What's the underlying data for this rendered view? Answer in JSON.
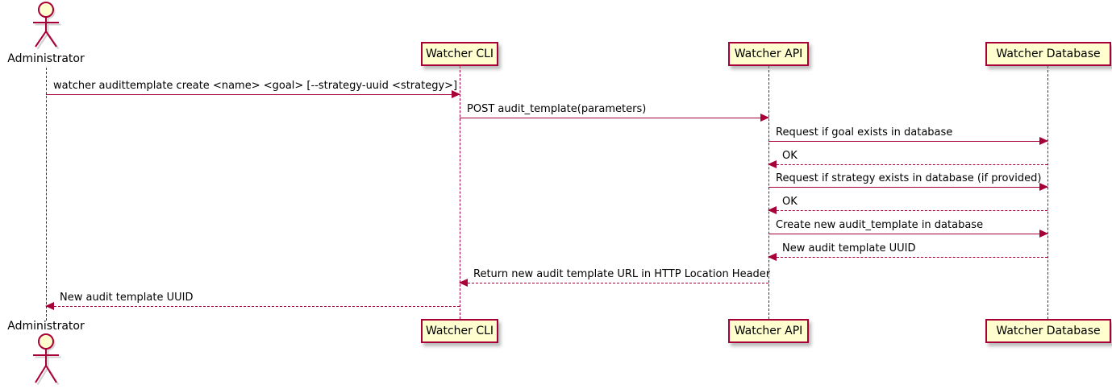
{
  "diagram": {
    "type": "sequence-diagram",
    "colors": {
      "participant_fill": "#FEFECE",
      "participant_border": "#A80036",
      "arrow": "#A80036",
      "lifeline": "#A80036",
      "text": "#000000",
      "background": "#FFFFFF"
    },
    "actor": {
      "name": "Administrator"
    },
    "participants": [
      {
        "name": "Watcher CLI"
      },
      {
        "name": "Watcher API"
      },
      {
        "name": "Watcher Database"
      }
    ],
    "messages": [
      {
        "from": "Administrator",
        "to": "Watcher CLI",
        "style": "solid",
        "direction": "right",
        "text": "watcher audittemplate create <name> <goal> [--strategy-uuid <strategy>]"
      },
      {
        "from": "Watcher CLI",
        "to": "Watcher API",
        "style": "solid",
        "direction": "right",
        "text": "POST audit_template(parameters)"
      },
      {
        "from": "Watcher API",
        "to": "Watcher Database",
        "style": "solid",
        "direction": "right",
        "text": "Request if goal exists in database"
      },
      {
        "from": "Watcher Database",
        "to": "Watcher API",
        "style": "dashed",
        "direction": "left",
        "text": "OK"
      },
      {
        "from": "Watcher API",
        "to": "Watcher Database",
        "style": "solid",
        "direction": "right",
        "text": "Request if strategy exists in database (if provided)"
      },
      {
        "from": "Watcher Database",
        "to": "Watcher API",
        "style": "dashed",
        "direction": "left",
        "text": "OK"
      },
      {
        "from": "Watcher API",
        "to": "Watcher Database",
        "style": "solid",
        "direction": "right",
        "text": "Create new audit_template in database"
      },
      {
        "from": "Watcher Database",
        "to": "Watcher API",
        "style": "dashed",
        "direction": "left",
        "text": "New audit template UUID"
      },
      {
        "from": "Watcher API",
        "to": "Watcher CLI",
        "style": "dashed",
        "direction": "left",
        "text": "Return new audit template URL in HTTP Location Header"
      },
      {
        "from": "Watcher CLI",
        "to": "Administrator",
        "style": "dashed",
        "direction": "left",
        "text": "New audit template UUID"
      }
    ]
  }
}
